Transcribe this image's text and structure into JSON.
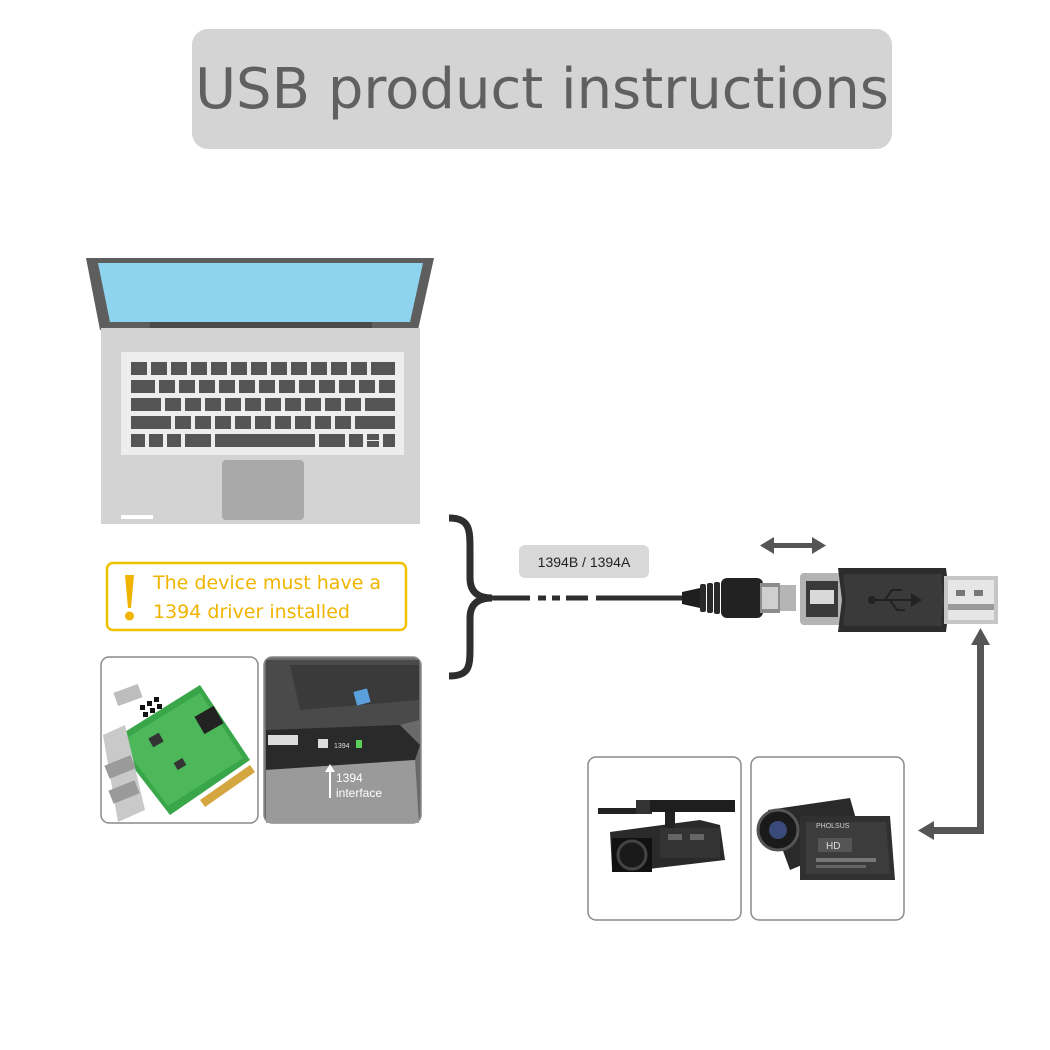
{
  "title": "USB product instructions",
  "note": {
    "line1": "The device must have a",
    "line2": "1394 driver installed"
  },
  "cable": {
    "label": "1394B / 1394A"
  },
  "laptop_port_photo": {
    "label_line1": "1394",
    "label_line2": "interface",
    "port_text": "1394"
  },
  "camcorder_photo": {
    "brand": "PHOLSUS",
    "side_text": "HD"
  },
  "colors": {
    "title_bg": "#d4d4d4",
    "title_text": "#606060",
    "note_accent": "#f0b400",
    "arrow": "#555555",
    "pcb_green": "#3aa64a"
  },
  "icons": {
    "warning": "exclamation-icon",
    "usb": "usb-trident-icon"
  }
}
